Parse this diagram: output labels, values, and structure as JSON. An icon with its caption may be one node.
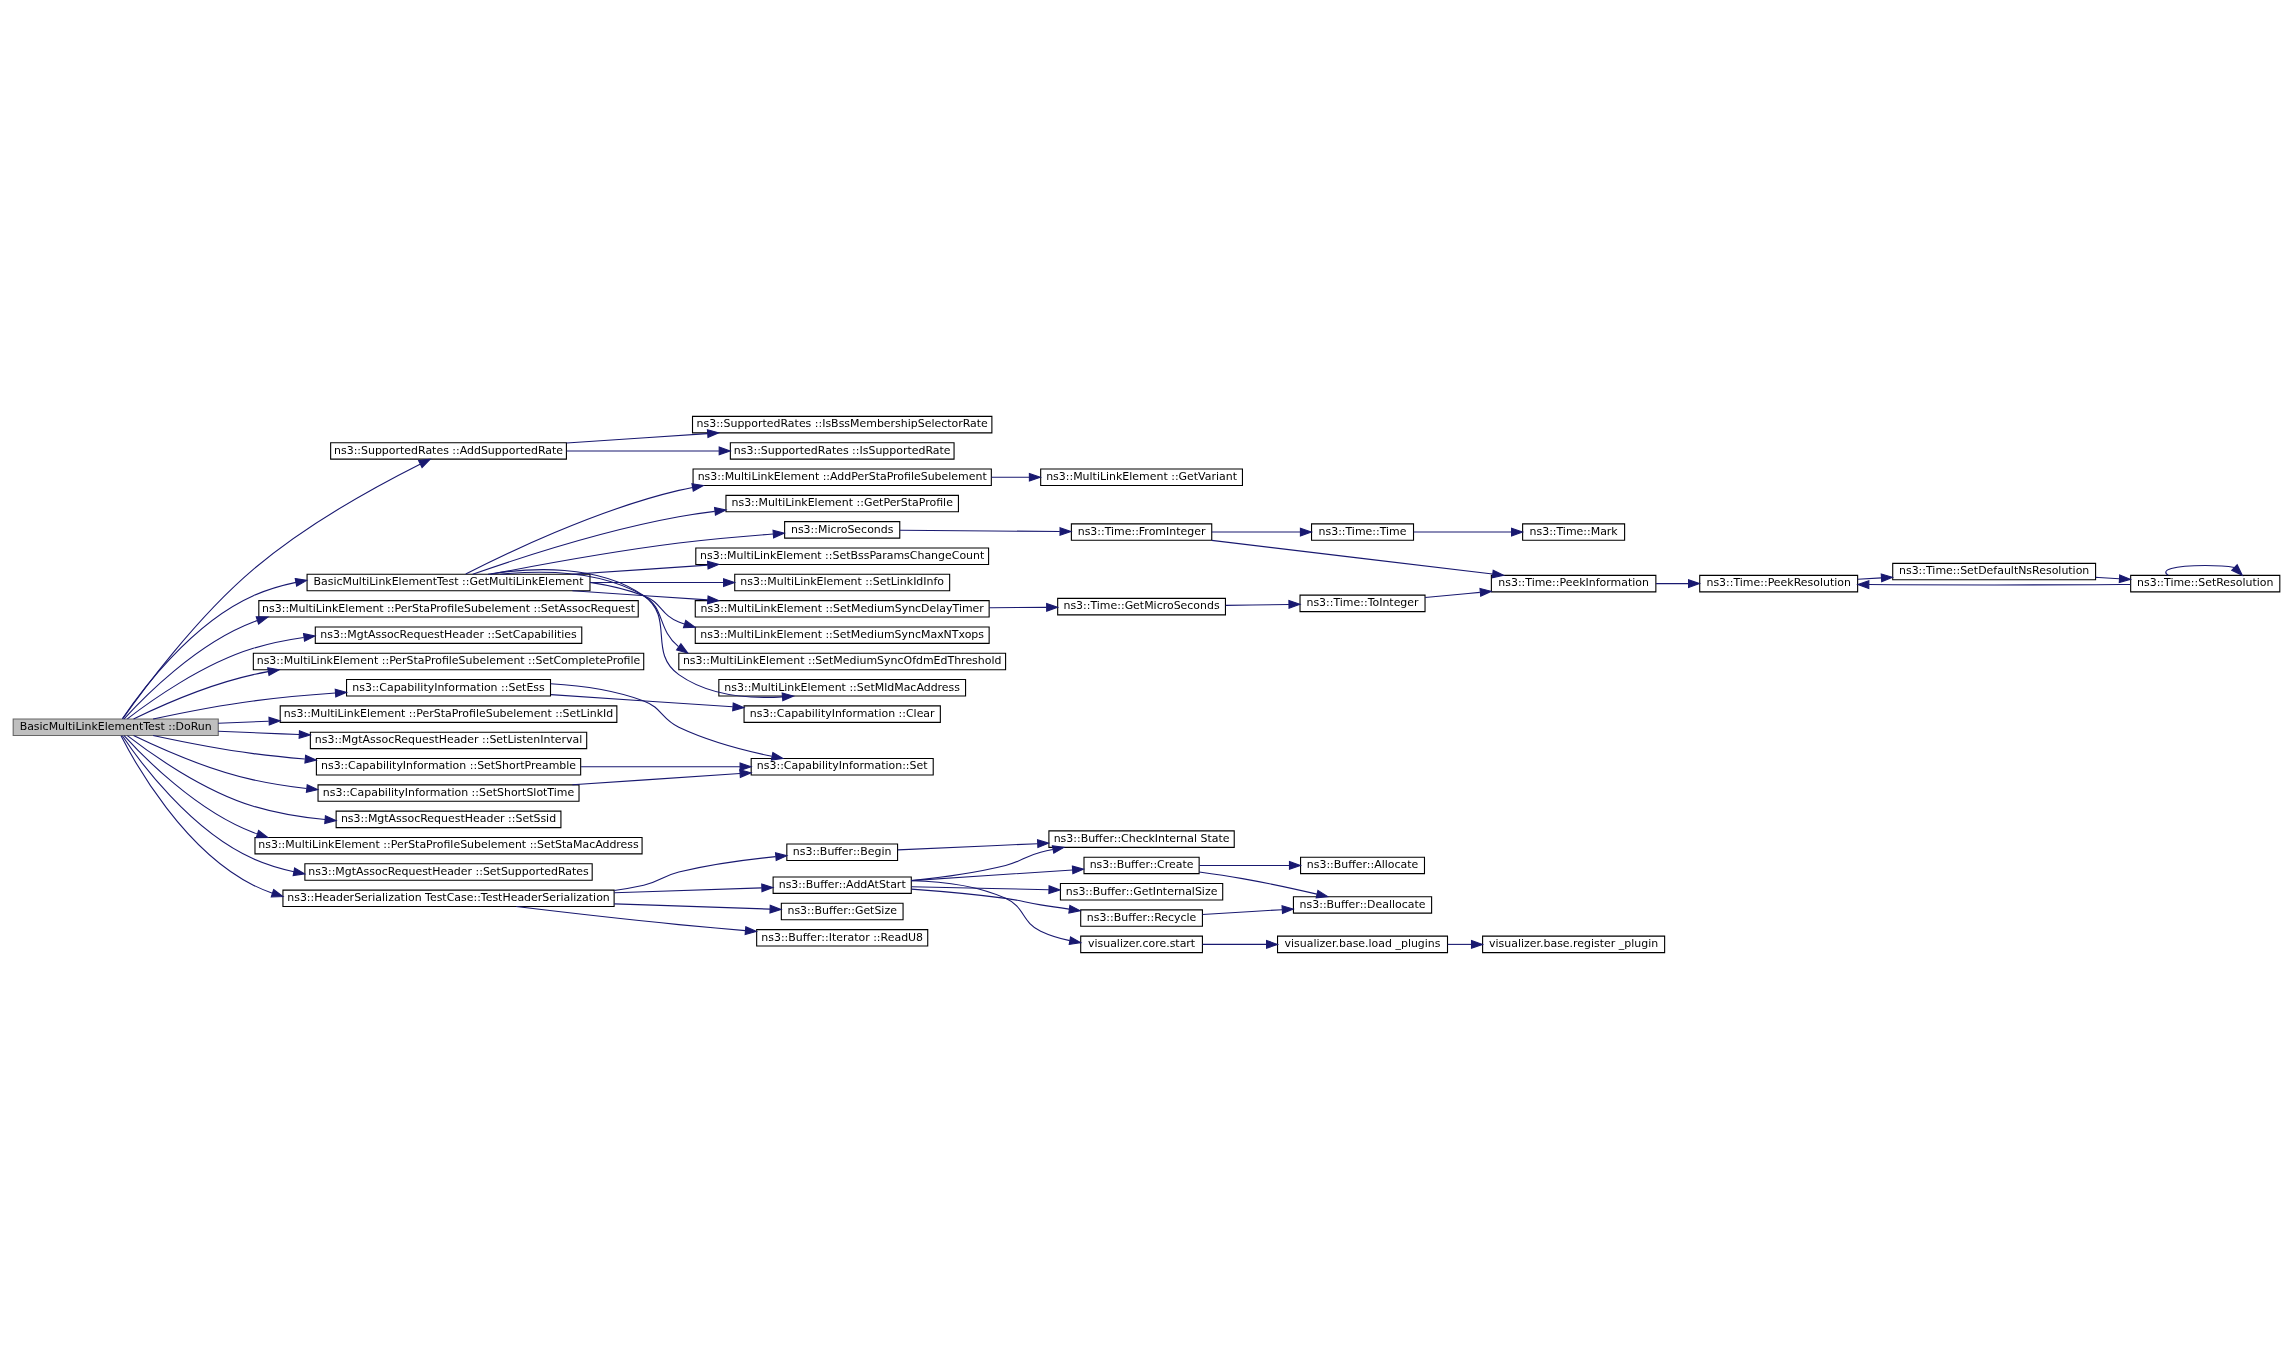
{
  "diagram": {
    "nodes": [
      {
        "text": [
          "BasicMultiLinkElementTest ::DoRun"
        ]
      },
      {
        "text": [
          "ns3::SupportedRates ::AddSupportedRate"
        ]
      },
      {
        "text": [
          "ns3::SupportedRates ::IsBssMembershipSelectorRate"
        ]
      },
      {
        "text": [
          "ns3::SupportedRates ::IsSupportedRate"
        ]
      },
      {
        "text": [
          "BasicMultiLinkElementTest ::GetMultiLinkElement"
        ]
      },
      {
        "text": [
          "ns3::MultiLinkElement ::AddPerStaProfileSubelement"
        ]
      },
      {
        "text": [
          "ns3::MultiLinkElement ::GetVariant"
        ]
      },
      {
        "text": [
          "ns3::MultiLinkElement ::GetPerStaProfile"
        ]
      },
      {
        "text": [
          "ns3::MicroSeconds"
        ]
      },
      {
        "text": [
          "ns3::Time::FromInteger"
        ]
      },
      {
        "text": [
          "ns3::Time::Time"
        ]
      },
      {
        "text": [
          "ns3::Time::Mark"
        ]
      },
      {
        "text": [
          "ns3::MultiLinkElement ::SetBssParamsChangeCount"
        ]
      },
      {
        "text": [
          "ns3::MultiLinkElement ::SetLinkIdInfo"
        ]
      },
      {
        "text": [
          "ns3::MultiLinkElement ::SetMediumSyncDelayTimer"
        ]
      },
      {
        "text": [
          "ns3::Time::GetMicroSeconds"
        ]
      },
      {
        "text": [
          "ns3::Time::ToInteger"
        ]
      },
      {
        "text": [
          "ns3::Time::PeekInformation"
        ]
      },
      {
        "text": [
          "ns3::Time::PeekResolution"
        ]
      },
      {
        "text": [
          "ns3::Time::SetDefaultNsResolution"
        ]
      },
      {
        "text": [
          "ns3::Time::SetResolution"
        ]
      },
      {
        "text": [
          "ns3::MultiLinkElement ::SetMediumSyncMaxNTxops"
        ]
      },
      {
        "text": [
          "ns3::MultiLinkElement ::SetMediumSyncOfdmEdThreshold"
        ]
      },
      {
        "text": [
          "ns3::MultiLinkElement ::SetMldMacAddress"
        ]
      },
      {
        "text": [
          "ns3::MultiLinkElement ::PerStaProfileSubelement ::SetAssocRequest"
        ]
      },
      {
        "text": [
          "ns3::MgtAssocRequestHeader ::SetCapabilities"
        ]
      },
      {
        "text": [
          "ns3::MultiLinkElement ::PerStaProfileSubelement ::SetCompleteProfile"
        ]
      },
      {
        "text": [
          "ns3::CapabilityInformation ::SetEss"
        ]
      },
      {
        "text": [
          "ns3::CapabilityInformation ::Clear"
        ]
      },
      {
        "text": [
          "ns3::MultiLinkElement ::PerStaProfileSubelement ::SetLinkId"
        ]
      },
      {
        "text": [
          "ns3::MgtAssocRequestHeader ::SetListenInterval"
        ]
      },
      {
        "text": [
          "ns3::CapabilityInformation ::SetShortPreamble"
        ]
      },
      {
        "text": [
          "ns3::CapabilityInformation::Set"
        ]
      },
      {
        "text": [
          "ns3::CapabilityInformation ::SetShortSlotTime"
        ]
      },
      {
        "text": [
          "ns3::MgtAssocRequestHeader ::SetSsid"
        ]
      },
      {
        "text": [
          "ns3::MultiLinkElement ::PerStaProfileSubelement ::SetStaMacAddress"
        ]
      },
      {
        "text": [
          "ns3::MgtAssocRequestHeader ::SetSupportedRates"
        ]
      },
      {
        "text": [
          "ns3::HeaderSerialization TestCase::TestHeaderSerialization"
        ]
      },
      {
        "text": [
          "ns3::Buffer::Begin"
        ]
      },
      {
        "text": [
          "ns3::Buffer::CheckInternal State"
        ]
      },
      {
        "text": [
          "ns3::Buffer::AddAtStart"
        ]
      },
      {
        "text": [
          "ns3::Buffer::Create"
        ]
      },
      {
        "text": [
          "ns3::Buffer::Allocate"
        ]
      },
      {
        "text": [
          "ns3::Buffer::GetInternalSize"
        ]
      },
      {
        "text": [
          "ns3::Buffer::Deallocate"
        ]
      },
      {
        "text": [
          "ns3::Buffer::Recycle"
        ]
      },
      {
        "text": [
          "visualizer.core.start"
        ]
      },
      {
        "text": [
          "visualizer.base.load _plugins"
        ]
      },
      {
        "text": [
          "visualizer.base.register _plugin"
        ]
      },
      {
        "text": [
          "ns3::Buffer::GetSize"
        ]
      },
      {
        "text": [
          "ns3::Buffer::Iterator ::ReadU8"
        ]
      }
    ],
    "edges": [
      {
        "from": 0,
        "to": 1,
        "arrow": "to"
      },
      {
        "from": 0,
        "to": 4,
        "arrow": "to"
      },
      {
        "from": 0,
        "to": 24,
        "arrow": "to"
      },
      {
        "from": 0,
        "to": 25,
        "arrow": "to"
      },
      {
        "from": 0,
        "to": 26,
        "arrow": "to"
      },
      {
        "from": 0,
        "to": 27,
        "arrow": "to"
      },
      {
        "from": 0,
        "to": 29,
        "arrow": "to"
      },
      {
        "from": 0,
        "to": 30,
        "arrow": "to"
      },
      {
        "from": 0,
        "to": 31,
        "arrow": "to"
      },
      {
        "from": 0,
        "to": 33,
        "arrow": "to"
      },
      {
        "from": 0,
        "to": 34,
        "arrow": "to"
      },
      {
        "from": 0,
        "to": 35,
        "arrow": "to"
      },
      {
        "from": 0,
        "to": 36,
        "arrow": "to"
      },
      {
        "from": 0,
        "to": 37,
        "arrow": "to"
      },
      {
        "from": 1,
        "to": 2,
        "arrow": "to"
      },
      {
        "from": 1,
        "to": 3,
        "arrow": "to"
      },
      {
        "from": 4,
        "to": 5,
        "arrow": "to"
      },
      {
        "from": 4,
        "to": 7,
        "arrow": "to"
      },
      {
        "from": 4,
        "to": 8,
        "arrow": "to"
      },
      {
        "from": 4,
        "to": 12,
        "arrow": "to"
      },
      {
        "from": 4,
        "to": 13,
        "arrow": "to"
      },
      {
        "from": 4,
        "to": 14,
        "arrow": "to"
      },
      {
        "from": 4,
        "to": 21,
        "arrow": "to"
      },
      {
        "from": 4,
        "to": 22,
        "arrow": "to"
      },
      {
        "from": 4,
        "to": 23,
        "arrow": "to"
      },
      {
        "from": 5,
        "to": 6,
        "arrow": "to"
      },
      {
        "from": 8,
        "to": 9,
        "arrow": "to"
      },
      {
        "from": 9,
        "to": 10,
        "arrow": "to"
      },
      {
        "from": 9,
        "to": 17,
        "arrow": "to"
      },
      {
        "from": 10,
        "to": 11,
        "arrow": "to"
      },
      {
        "from": 14,
        "to": 15,
        "arrow": "to"
      },
      {
        "from": 15,
        "to": 16,
        "arrow": "to"
      },
      {
        "from": 16,
        "to": 17,
        "arrow": "to"
      },
      {
        "from": 17,
        "to": 18,
        "arrow": "to"
      },
      {
        "from": 18,
        "to": 19,
        "arrow": "to"
      },
      {
        "from": 19,
        "to": 20,
        "arrow": "to"
      },
      {
        "from": 20,
        "to": 18,
        "arrow": "to"
      },
      {
        "from": 20,
        "to": 20,
        "arrow": "to"
      },
      {
        "from": 27,
        "to": 28,
        "arrow": "to"
      },
      {
        "from": 27,
        "to": 32,
        "arrow": "to"
      },
      {
        "from": 31,
        "to": 32,
        "arrow": "to"
      },
      {
        "from": 33,
        "to": 32,
        "arrow": "to"
      },
      {
        "from": 37,
        "to": 38,
        "arrow": "to"
      },
      {
        "from": 37,
        "to": 40,
        "arrow": "to"
      },
      {
        "from": 37,
        "to": 49,
        "arrow": "to"
      },
      {
        "from": 37,
        "to": 50,
        "arrow": "to"
      },
      {
        "from": 38,
        "to": 39,
        "arrow": "to"
      },
      {
        "from": 40,
        "to": 39,
        "arrow": "to"
      },
      {
        "from": 40,
        "to": 41,
        "arrow": "to"
      },
      {
        "from": 40,
        "to": 43,
        "arrow": "to"
      },
      {
        "from": 40,
        "to": 45,
        "arrow": "to"
      },
      {
        "from": 40,
        "to": 46,
        "arrow": "to"
      },
      {
        "from": 41,
        "to": 42,
        "arrow": "to"
      },
      {
        "from": 41,
        "to": 44,
        "arrow": "to"
      },
      {
        "from": 45,
        "to": 44,
        "arrow": "to"
      },
      {
        "from": 46,
        "to": 47,
        "arrow": "to"
      },
      {
        "from": 47,
        "to": 48,
        "arrow": "to"
      }
    ]
  }
}
